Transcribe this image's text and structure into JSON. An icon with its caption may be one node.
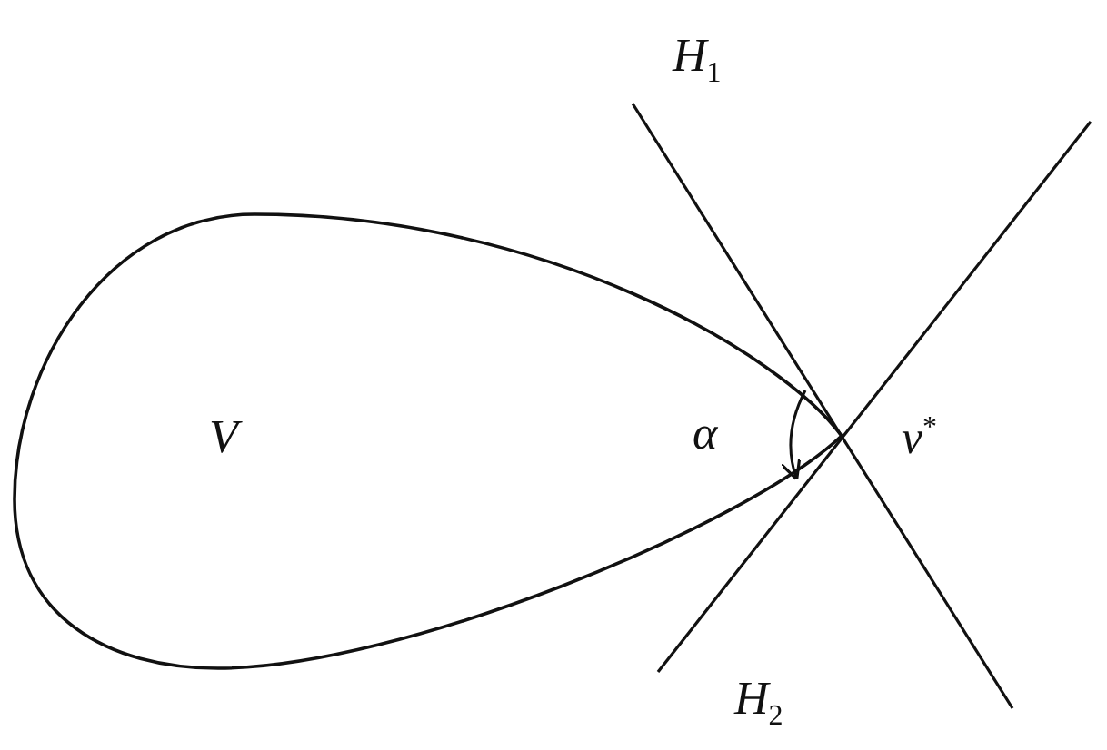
{
  "diagram": {
    "nodes": [
      {
        "text": [
          "V"
        ]
      }
    ],
    "labels": [
      "H$_{1}$",
      "α",
      "v$^{*}$",
      "H$_{2}$"
    ]
  }
}
